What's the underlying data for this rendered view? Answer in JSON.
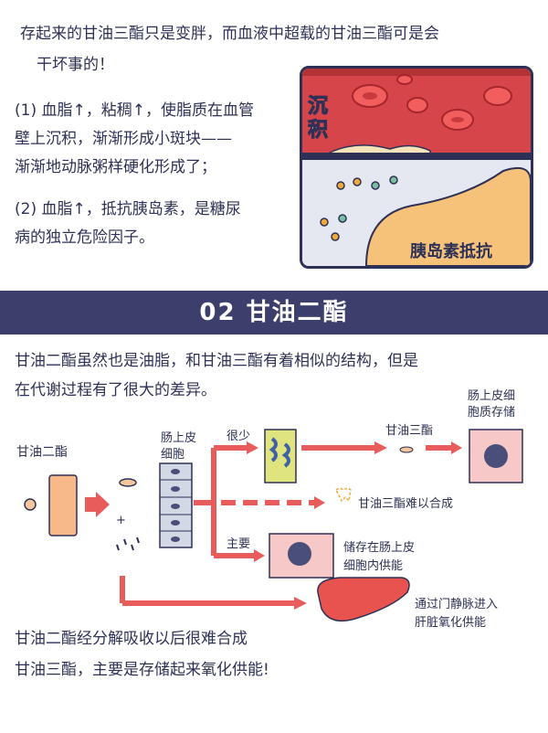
{
  "intro": {
    "line1": "存起来的甘油三酯只是变胖，而血液中超载的甘油三酯可是会",
    "line2": "干坏事的！"
  },
  "points": {
    "p1_l1": "(1) 血脂↑，粘稠↑，使脂质在血管",
    "p1_l2": "壁上沉积，渐渐形成小斑块——",
    "p1_l3": "渐渐地动脉粥样硬化形成了；",
    "p2_l1": "(2) 血脂↑，抵抗胰岛素，是糖尿",
    "p2_l2": "病的独立危险因子。"
  },
  "illustration": {
    "deposit_label_1": "沉",
    "deposit_label_2": "积",
    "insulin_label": "胰岛素抵抗"
  },
  "section": {
    "title": "02 甘油二酯"
  },
  "body": {
    "line1": "甘油二酯虽然也是油脂，和甘油三酯有着相似的结构，但是",
    "line2": "在代谢过程有了很大的差异。"
  },
  "diagram": {
    "dag_label": "甘油二酯",
    "intestine_l1": "肠上皮",
    "intestine_l2": "细胞",
    "plus": "+",
    "few_label": "很少",
    "tg_label": "甘油三酯",
    "store_l1": "肠上皮细",
    "store_l2": "胞质存储",
    "hard_label": "甘油三酯难以合成",
    "main_label": "主要",
    "energy_l1": "储存在肠上皮",
    "energy_l2": "细胞内供能",
    "liver_l1": "通过门静脉进入",
    "liver_l2": "肝脏氧化供能"
  },
  "conclusion": {
    "line1": "甘油二酯经分解吸收以后很难合成",
    "line2": "甘油三酯，主要是存储起来氧化供能!"
  },
  "colors": {
    "navy": "#2e3156",
    "banner": "#3c3f6b",
    "arrow": "#e85c5c",
    "vessel": "#d6454a",
    "cell_pink": "#f7c8c8",
    "nucleus": "#4a4f7a"
  }
}
